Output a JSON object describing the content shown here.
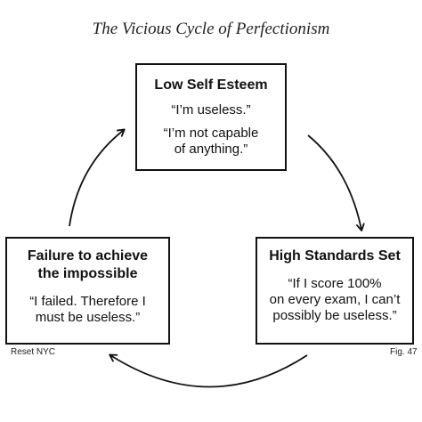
{
  "title": "The Vicious Cycle of Perfectionism",
  "nodes": [
    {
      "id": "top",
      "title": "Low Self Esteem",
      "quotes": [
        "“I’m useless.”",
        "“I’m not capable\nof anything.”"
      ]
    },
    {
      "id": "right",
      "title": "High Standards Set",
      "quotes": [
        "“If I score 100%\non every exam, I can’t\npossibly be useless.”"
      ]
    },
    {
      "id": "left",
      "title": "Failure to achieve\nthe impossible",
      "quotes": [
        "“I failed. Therefore I\nmust be useless.”"
      ]
    }
  ],
  "edges": [
    {
      "from": "top",
      "to": "right"
    },
    {
      "from": "right",
      "to": "left"
    },
    {
      "from": "left",
      "to": "top"
    }
  ],
  "footer": {
    "credit": "Reset NYC",
    "figure": "Fig. 47"
  }
}
